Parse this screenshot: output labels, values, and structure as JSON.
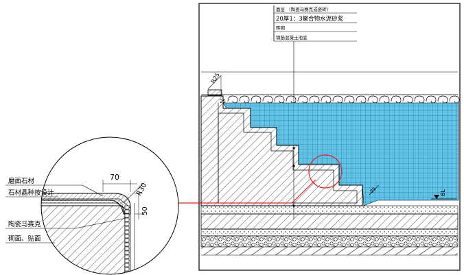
{
  "colors": {
    "line": "#000000",
    "pool_water": "#5fc2e6",
    "leader": "#e0201c",
    "paper": "#ffffff"
  },
  "main_drawing": {
    "title_block": {
      "row1": "面层 （陶瓷马赛克或瓷砖）",
      "row2": "20厚1：3聚合物水泥砂浆",
      "row3": "砖砌",
      "row4": "钢筋混凝土池底"
    },
    "dims": {
      "r25": "R25",
      "d25": "25",
      "d35": "35",
      "bl": "BL"
    }
  },
  "detail": {
    "label_top_1": "磨面石材",
    "label_top_2": "石材晶种按设计",
    "label_bottom_1": "陶瓷马赛克",
    "label_bottom_2": "砌面、贴面",
    "dim_70": "70",
    "dim_r30": "R30",
    "dim_50": "50"
  }
}
